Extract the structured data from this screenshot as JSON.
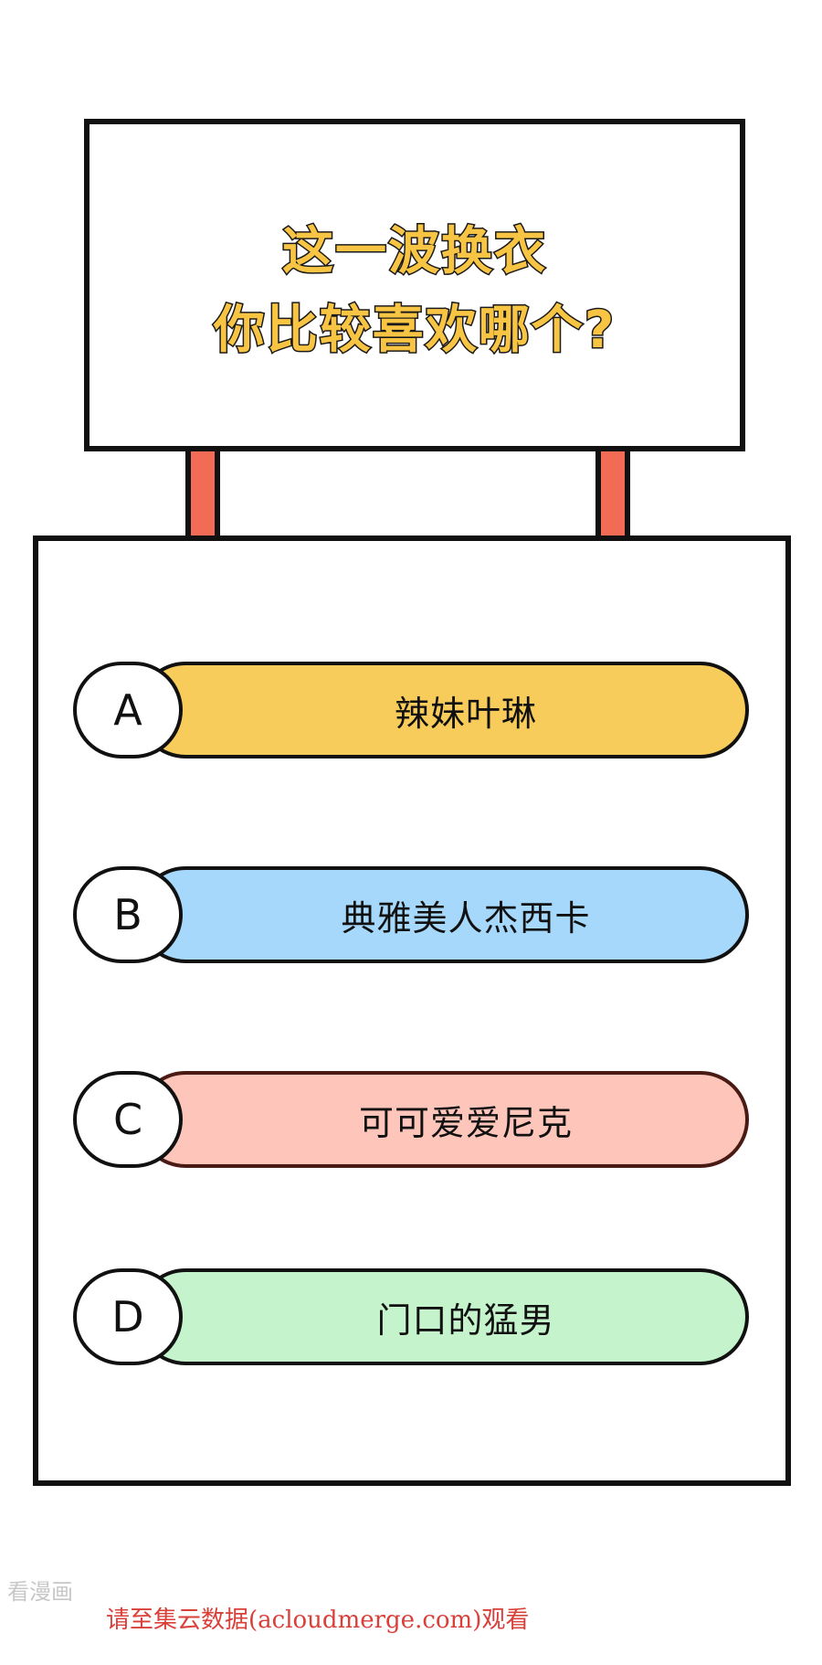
{
  "sign": {
    "title_line_1": "这一波换衣",
    "title_line_2": "你比较喜欢哪个?"
  },
  "colors": {
    "title_fill": "#f7c443",
    "post": "#f26b55",
    "option_a": "#f7cc5a",
    "option_b": "#a6d8fb",
    "option_c": "#fec6bb",
    "option_d": "#c5f3cb",
    "watermark_red": "#d9403a"
  },
  "options": [
    {
      "letter": "A",
      "text": "辣妹叶琳"
    },
    {
      "letter": "B",
      "text": "典雅美人杰西卡"
    },
    {
      "letter": "C",
      "text": "可可爱爱尼克"
    },
    {
      "letter": "D",
      "text": "门口的猛男"
    }
  ],
  "watermarks": {
    "left": "看漫画",
    "bottom": "请至集云数据(acloudmerge.com)观看"
  }
}
